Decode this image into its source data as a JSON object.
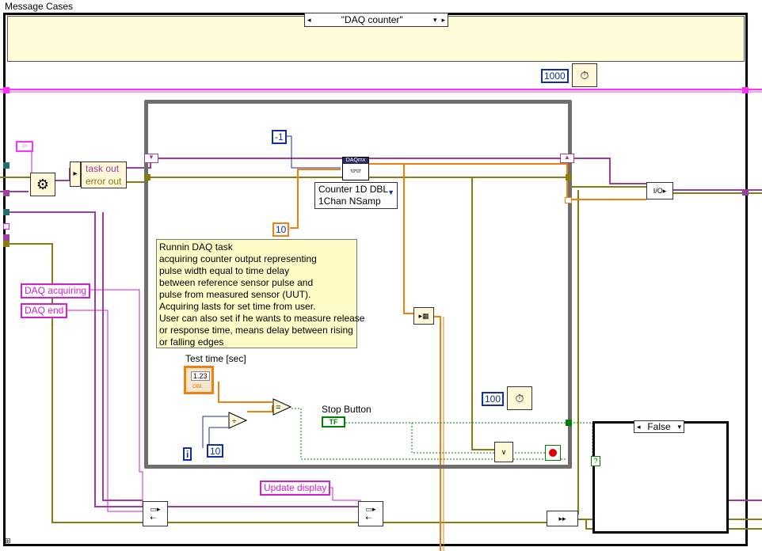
{
  "structure_label": "Message Cases",
  "case_selector": {
    "value": "\"DAQ counter\""
  },
  "constants": {
    "wait_outer": "1000",
    "minus_one": "-1",
    "ten_a": "10",
    "wait_inner": "100",
    "ten_b": "10",
    "loop_iteration": "i"
  },
  "cluster_out": {
    "task_out": "task out",
    "error_out": "error out"
  },
  "daqmx_read": {
    "header": "DAQmx",
    "polymorphic_line1": "Counter 1D DBL",
    "polymorphic_line2": "1Chan NSamp"
  },
  "comment": [
    "Runnin DAQ task",
    "acquiring counter output representing",
    "pulse width equal to time delay",
    "between reference sensor pulse and",
    "pulse from measured sensor (UUT).",
    "Acquiring lasts for set time from user.",
    "User can also set if he wants to measure release",
    "or response time, means delay between rising",
    "or falling edges"
  ],
  "test_time": {
    "label": "Test time [sec]",
    "value": "1.23",
    "type": "DBL"
  },
  "stop_button": {
    "label": "Stop Button",
    "value": "TF"
  },
  "string_constants": {
    "daq_acquiring": "DAQ acquiring",
    "daq_end": "DAQ end",
    "update_display": "Update display"
  },
  "inner_case": {
    "value": "False"
  },
  "question_mark": "?",
  "colors": {
    "error_wire": "#8a7a10",
    "daq_wire": "#9e3ea0",
    "string_wire": "#ff30ff",
    "numeric_wire": "#f08010",
    "int_wire": "#1030a0",
    "loop_border": "#6e6e6e",
    "struct_border": "#000000",
    "bool_wire": "#008000"
  }
}
